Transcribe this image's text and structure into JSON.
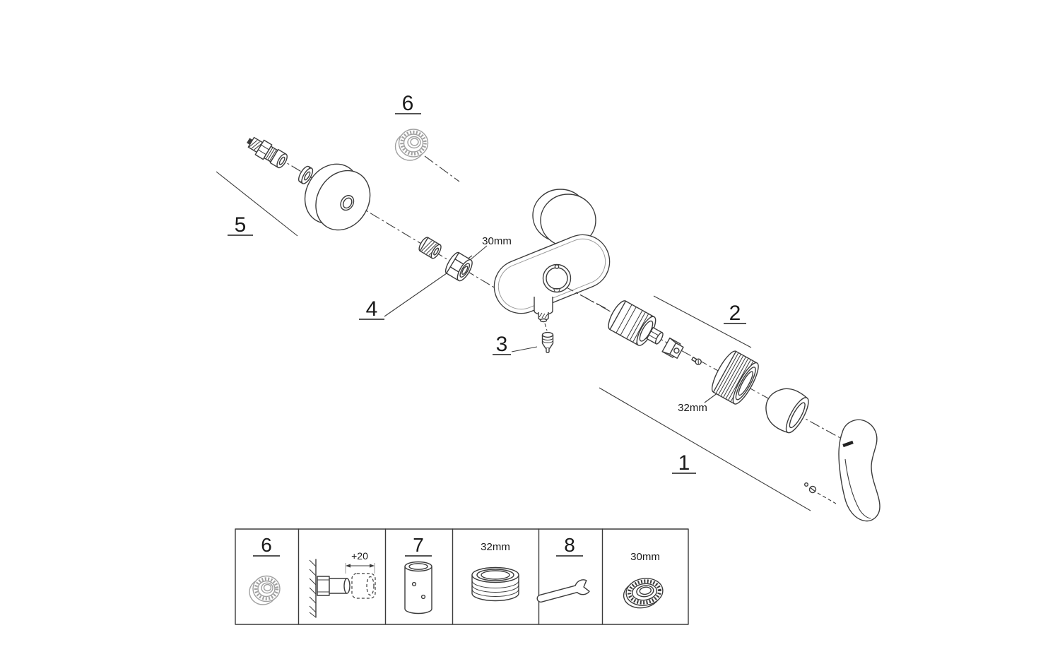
{
  "colors": {
    "line": "#3b3b3b",
    "light_part": "#a0a0a0",
    "background": "#ffffff"
  },
  "callouts": {
    "c1": "1",
    "c2": "2",
    "c3": "3",
    "c4": "4",
    "c5": "5",
    "c6": "6"
  },
  "dimensions": {
    "d30": "30mm",
    "d32": "32mm"
  },
  "legend": {
    "boxes": [
      {
        "label": "6"
      },
      {
        "label": "+20"
      },
      {
        "label": "7"
      },
      {
        "label": "32mm"
      },
      {
        "label": "8"
      },
      {
        "label": "30mm"
      }
    ]
  }
}
